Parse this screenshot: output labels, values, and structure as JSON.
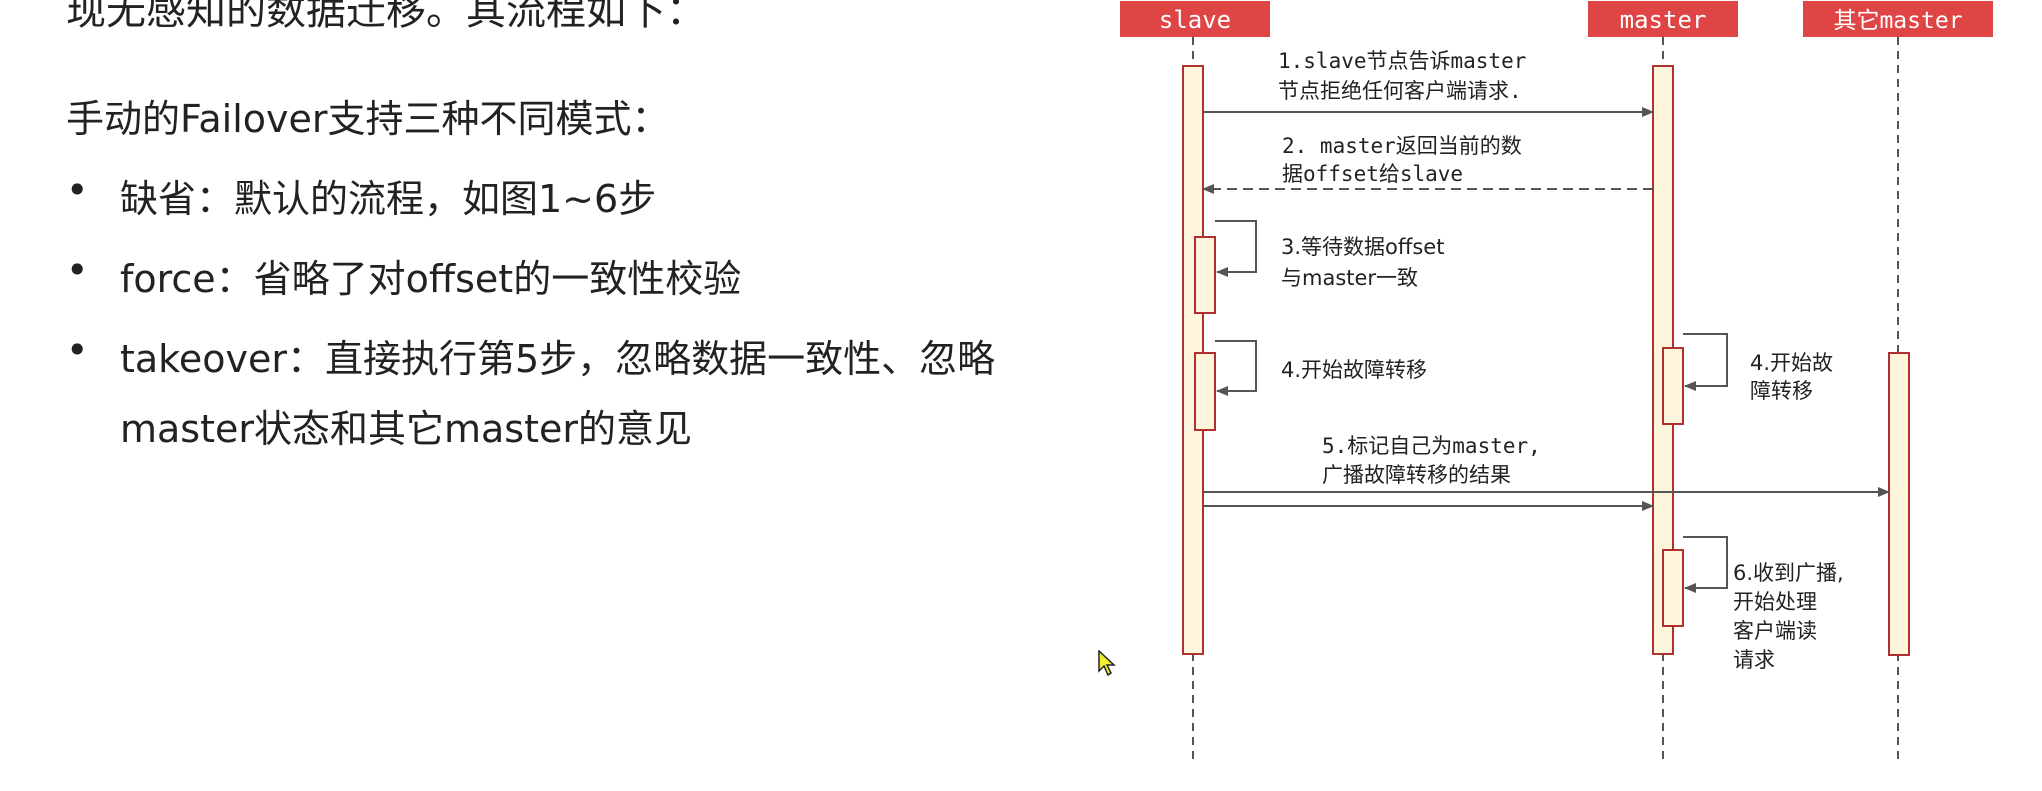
{
  "intro": "现无感知的数据迁移。其流程如下：",
  "heading": "手动的Failover支持三种不同模式：",
  "bullets": [
    {
      "dot": "•",
      "text": "缺省：默认的流程，如图1~6步"
    },
    {
      "dot": "•",
      "text": "force：省略了对offset的一致性校验"
    },
    {
      "dot": "•",
      "text": "takeover：直接执行第5步，忽略数据一致性、忽略"
    }
  ],
  "bullet_continuation": "master状态和其它master的意见",
  "diagram": {
    "actors": [
      "slave",
      "master",
      "其它master"
    ],
    "steps": {
      "s1": [
        "1.slave节点告诉master",
        "节点拒绝任何客户端请求."
      ],
      "s2": [
        "2. master返回当前的数",
        "据offset给slave"
      ],
      "s3": [
        "3.等待数据offset",
        "与master一致"
      ],
      "s4a": [
        "4.开始故障转移"
      ],
      "s4b": [
        "4.开始故",
        "障转移"
      ],
      "s5": [
        "5.标记自己为master,",
        "广播故障转移的结果"
      ],
      "s6": [
        "6.收到广播,",
        "开始处理",
        "客户端读",
        "请求"
      ]
    },
    "colors": {
      "header_bg": "#e04545",
      "header_text": "#ffffff",
      "activation_fill": "#fdf5dc",
      "activation_stroke": "#b03030",
      "arrow": "#555555",
      "lifeline": "#555555"
    }
  }
}
